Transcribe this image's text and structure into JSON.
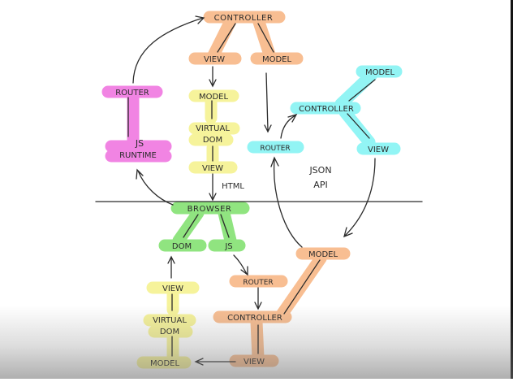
{
  "palette": {
    "orange": "#f7b37f",
    "yellow": "#f5f28a",
    "green": "#7de06a",
    "cyan": "#7ff3f3",
    "magenta": "#ef6fdf",
    "ink": "#2b2b2b"
  },
  "nodes": {
    "server_controller": "CONTROLLER",
    "server_view": "VIEW",
    "server_model": "MODEL",
    "yellow_model": "MODEL",
    "yellow_virtual_dom": "VIRTUAL DOM",
    "yellow_view": "VIEW",
    "router_magenta": "ROUTER",
    "js_runtime": "JS RUNTIME",
    "cyan_model": "MODEL",
    "cyan_controller": "CONTROLLER",
    "cyan_router": "ROUTER",
    "cyan_view": "VIEW",
    "browser": "BROWSER",
    "dom": "DOM",
    "js": "JS",
    "bottom_view": "VIEW",
    "bottom_virtual_dom": "VIRTUAL DOM",
    "bottom_model": "MODEL",
    "bottom_router": "ROUTER",
    "bottom_controller": "CONTROLLER",
    "bottom_view2": "VIEW",
    "right_model": "MODEL"
  },
  "labels": {
    "html": "HTML",
    "json_api": "JSON API"
  }
}
